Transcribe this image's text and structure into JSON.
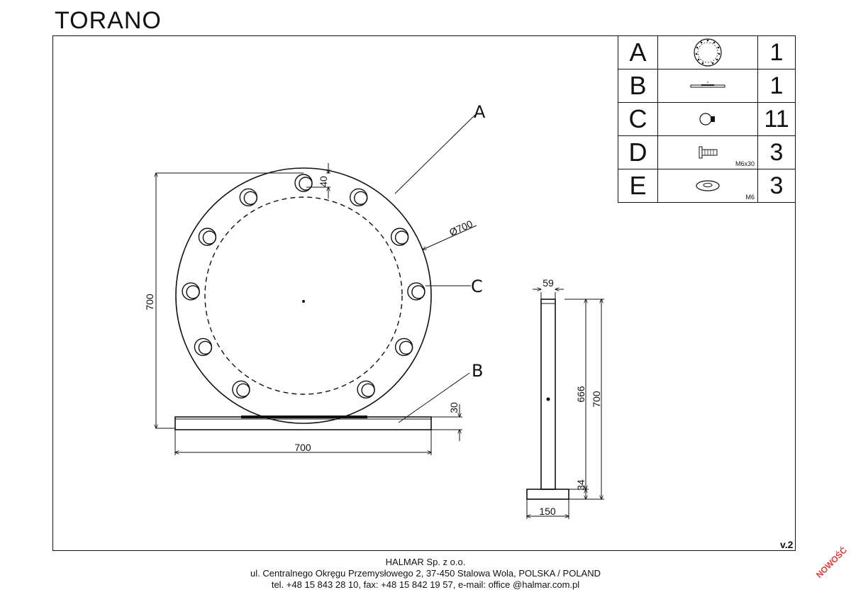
{
  "title": "TORANO",
  "version": "v.2",
  "badge": "NOWOŚĆ",
  "footer": {
    "company": "HALMAR Sp. z o.o.",
    "address": "ul. Centralnego Okręgu Przemysłowego 2, 37-450 Stalowa Wola, POLSKA / POLAND",
    "contact": "tel. +48 15 843 28 10, fax: +48 15 842 19 57, e-mail: office @halmar.com.pl"
  },
  "parts": [
    {
      "letter": "A",
      "icon": "round-mirror-icon",
      "spec": "",
      "qty": "1"
    },
    {
      "letter": "B",
      "icon": "base-plate-icon",
      "spec": "",
      "qty": "1"
    },
    {
      "letter": "C",
      "icon": "bulb-icon",
      "spec": "",
      "qty": "11"
    },
    {
      "letter": "D",
      "icon": "bolt-icon",
      "spec": "M6x30",
      "qty": "3"
    },
    {
      "letter": "E",
      "icon": "washer-icon",
      "spec": "M6",
      "qty": "3"
    }
  ],
  "callouts": {
    "a": "A",
    "b": "B",
    "c": "C"
  },
  "dimensions": {
    "diameter": "Ø700",
    "bulb_offset": "40",
    "front_height": "700",
    "base_height": "30",
    "front_width": "700",
    "side_top": "59",
    "side_inner_height": "666",
    "side_height": "700",
    "side_base_height": "34",
    "side_base_width": "150"
  }
}
